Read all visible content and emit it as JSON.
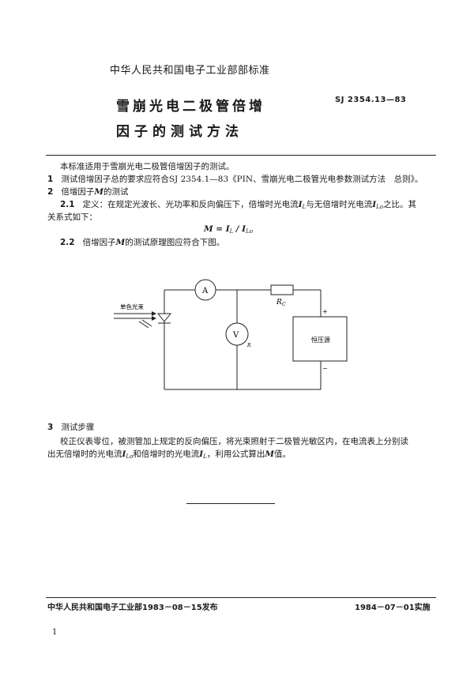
{
  "header": {
    "ministry_standard": "中华人民共和国电子工业部部标准",
    "title_line1": "雪崩光电二极管倍增",
    "title_line2": "因子的测试方法",
    "code": "SJ 2354.13—83"
  },
  "body": {
    "intro": "本标准适用于雪崩光电二极管倍增因子的测试。",
    "s1_num": "1",
    "s1_text": "测试倍增因子总的要求应符合SJ 2354.1—83《PIN、雪崩光电二极管光电参数测试方法　总则》。",
    "s2_num": "2",
    "s2_title_a": "倍增因子",
    "s2_title_var": "M",
    "s2_title_b": "的测试",
    "s21_num": "2.1",
    "s21_a": "定义：在规定光波长、光功率和反向偏压下，倍增时光电流",
    "s21_var1": "I",
    "s21_sub1": "L",
    "s21_b": "与无倍增时光电流",
    "s21_var2": "I",
    "s21_sub2": "Lo",
    "s21_c": "之比。其",
    "s21_d": "关系式如下：",
    "formula_a": "M = I",
    "formula_sub1": "L",
    "formula_b": "/ I",
    "formula_sub2": "Lo",
    "s22_num": "2.2",
    "s22_a": "倍增因子",
    "s22_var": "M",
    "s22_b": "的测试原理图应符合下图。",
    "s3_num": "3",
    "s3_title": "测试步骤",
    "s3_line1": "校正仪表零位，被测管加上规定的反向偏压，将光束照射于二极管光敏区内，在电流表上分别读",
    "s3_line2_a": "出无倍增时的光电流",
    "s3_line2_var1": "I",
    "s3_line2_sub1": "Lo",
    "s3_line2_b": "和倍增时的光电流",
    "s3_line2_var2": "I",
    "s3_line2_sub2": "L",
    "s3_line2_c": "，利用公式算出",
    "s3_line2_var3": "M",
    "s3_line2_d": "值。"
  },
  "diagram": {
    "light_label": "单色光束",
    "ammeter": "A",
    "voltmeter": "V",
    "voltmeter_sub": "R",
    "resistor_label": "R",
    "resistor_sub": "C",
    "supply_label": "恒压源",
    "plus": "+",
    "minus": "−"
  },
  "footer": {
    "issued": "中华人民共和国电子工业部1983－08－15发布",
    "effective": "1984－07－01实施",
    "page_number": "1"
  }
}
